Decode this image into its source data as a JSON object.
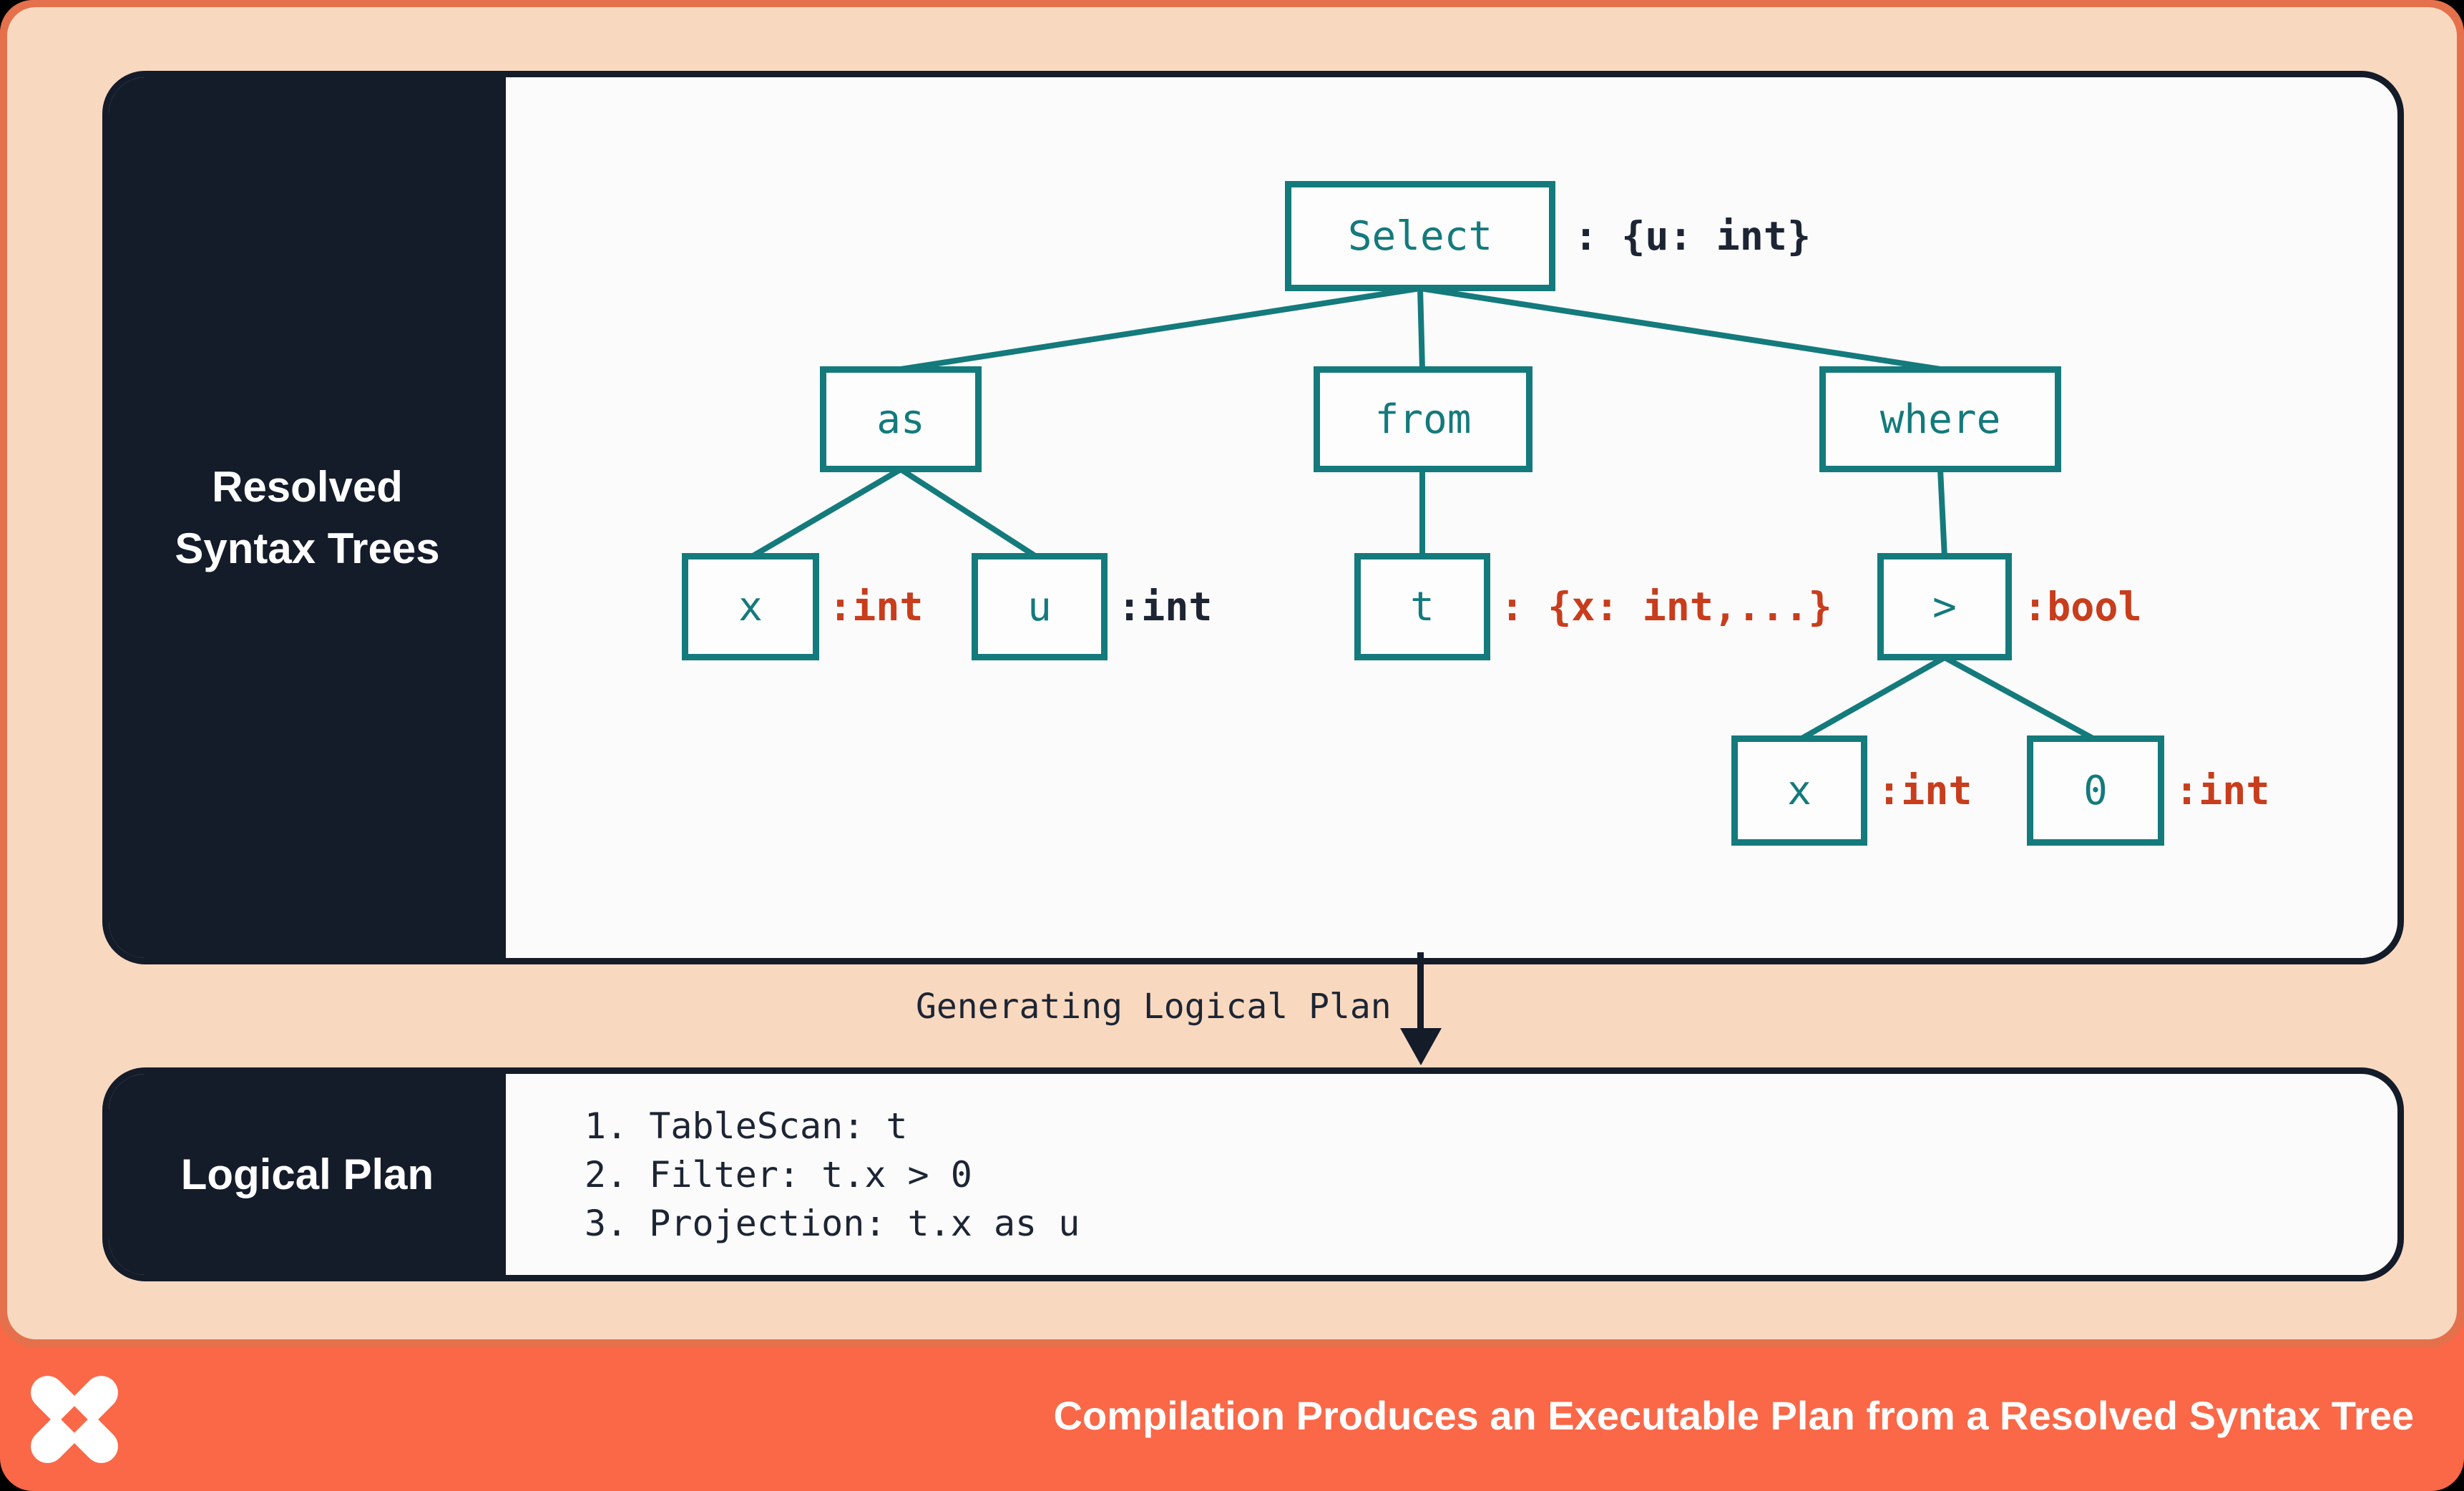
{
  "colors": {
    "outer_orange": "#fa6848",
    "border_orange": "#e4714c",
    "peach_background": "#f8d9c0",
    "dark_navy": "#141b29",
    "panel_white": "#fbfbfc",
    "teal": "#147a7c",
    "red_annotation": "#c83d1c",
    "white": "#ffffff"
  },
  "resolved_panel": {
    "label": "Resolved Syntax Trees"
  },
  "tree": {
    "nodes": {
      "select": {
        "label": "Select",
        "annotation": ": {u: int}"
      },
      "as": {
        "label": "as"
      },
      "from": {
        "label": "from"
      },
      "where": {
        "label": "where"
      },
      "x1": {
        "label": "x",
        "annotation": ":int"
      },
      "u": {
        "label": "u",
        "annotation": ":int"
      },
      "t": {
        "label": "t",
        "annotation": ": {x: int,...}"
      },
      "gt": {
        "label": ">",
        "annotation": ":bool"
      },
      "x2": {
        "label": "x",
        "annotation": ":int"
      },
      "zero": {
        "label": "0",
        "annotation": ":int"
      }
    }
  },
  "transition": {
    "label": "Generating Logical Plan"
  },
  "logical_panel": {
    "label": "Logical Plan",
    "steps": [
      "1. TableScan: t",
      "2. Filter: t.x > 0",
      "3. Projection: t.x as u"
    ]
  },
  "footer": {
    "title": "Compilation Produces an Executable Plan from a Resolved Syntax Tree",
    "logo": "pinwheel-x-logo"
  }
}
